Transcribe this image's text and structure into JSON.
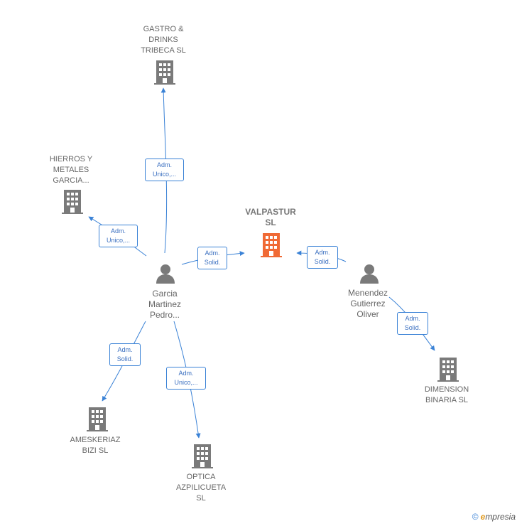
{
  "colors": {
    "company": "#7a7a7a",
    "main": "#f06a35",
    "person": "#7a7a7a",
    "edge": "#3a82d6"
  },
  "nodes": {
    "valpastur": "VALPASTUR\nSL",
    "gastro": "GASTRO &\nDRINKS\nTRIBECA  SL",
    "hierros": "HIERROS Y\nMETALES\nGARCIA...",
    "garcia": "Garcia\nMartinez\nPedro...",
    "menendez": "Menendez\nGutierrez\nOliver",
    "dimension": "DIMENSION\nBINARIA  SL",
    "ameskeriaz": "AMESKERIAZ\nBIZI SL",
    "optica": "OPTICA\nAZPILICUETA\nSL"
  },
  "edges": {
    "garcia_gastro": "Adm.\nUnico,...",
    "garcia_hierros": "Adm.\nUnico,...",
    "garcia_valpastur": "Adm.\nSolid.",
    "menendez_valpastur": "Adm.\nSolid.",
    "menendez_dimension": "Adm.\nSolid.",
    "garcia_ameskeriaz": "Adm.\nSolid.",
    "garcia_optica": "Adm.\nUnico,..."
  },
  "footer": {
    "copyright": "©",
    "brand_initial": "e",
    "brand_rest": "mpresia"
  }
}
